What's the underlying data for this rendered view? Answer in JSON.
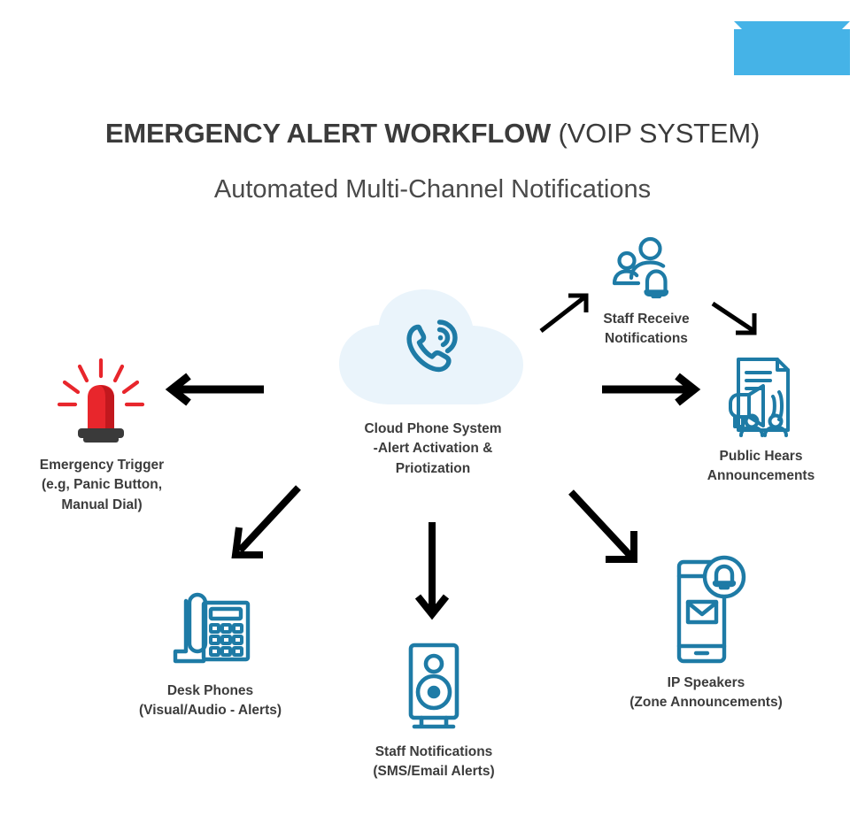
{
  "page": {
    "background": "#ffffff",
    "accent_color": "#45B3E7",
    "icon_color": "#1E7BA6",
    "cloud_fill": "#EAF4FB",
    "siren_color": "#E8262C",
    "text_color": "#3c3c3c",
    "arrow_color": "#000000"
  },
  "header": {
    "title_bold": "EMERGENCY ALERT WORKFLOW",
    "title_light": " (VOIP SYSTEM)",
    "subtitle": "Automated Multi-Channel Notifications"
  },
  "nodes": {
    "center": {
      "label_line1": "Cloud Phone System",
      "label_line2": "-Alert Activation & Priotization",
      "icon": "cloud-phone-icon"
    },
    "emergency_trigger": {
      "label_line1": "Emergency Trigger",
      "label_line2": "(e.g, Panic Button,",
      "label_line3": "Manual Dial)",
      "icon": "siren-beacon-icon"
    },
    "staff_receive": {
      "label_line1": "Staff Receive",
      "label_line2": "Notifications",
      "icon": "people-bell-icon"
    },
    "public_hears": {
      "label_line1": "Public Hears",
      "label_line2": "Announcements",
      "icon": "megaphone-document-icon"
    },
    "ip_speakers": {
      "label_line1": "IP Speakers",
      "label_line2": "(Zone Announcements)",
      "icon": "phone-envelope-bell-icon"
    },
    "staff_notifications": {
      "label_line1": "Staff Notifications",
      "label_line2": "(SMS/Email Alerts)",
      "icon": "loudspeaker-icon"
    },
    "desk_phones": {
      "label_line1": "Desk Phones",
      "label_line2": "(Visual/Audio - Alerts)",
      "icon": "desk-phone-icon"
    }
  },
  "arrows": [
    {
      "name": "arrow-center-to-emergency-trigger",
      "direction": "left"
    },
    {
      "name": "arrow-center-to-staff-receive",
      "direction": "up-right"
    },
    {
      "name": "arrow-staff-receive-to-public-hears",
      "direction": "down-right"
    },
    {
      "name": "arrow-center-to-public-hears",
      "direction": "right"
    },
    {
      "name": "arrow-center-to-desk-phones",
      "direction": "down-left"
    },
    {
      "name": "arrow-center-to-staff-notifications",
      "direction": "down"
    },
    {
      "name": "arrow-center-to-ip-speakers",
      "direction": "down-right"
    }
  ]
}
